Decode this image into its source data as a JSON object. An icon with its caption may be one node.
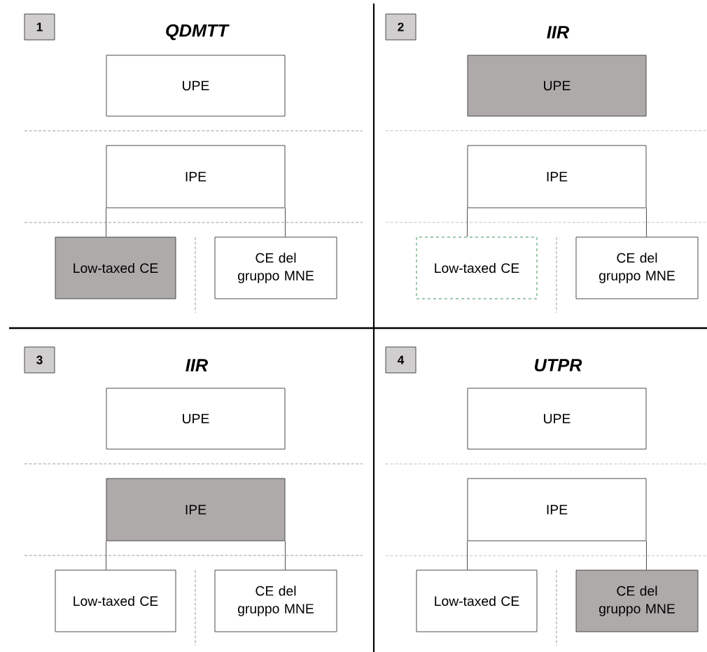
{
  "diagram": {
    "nodes": [
      {
        "text": [
          "1"
        ]
      },
      {
        "text": [
          "UPE"
        ]
      },
      {
        "text": [
          "IPE"
        ]
      },
      {
        "text": [
          "Low-taxed CE"
        ]
      },
      {
        "text": [
          "CE del gruppo MNE"
        ]
      },
      {
        "text": [
          "2"
        ]
      },
      {
        "text": [
          "UPE"
        ]
      },
      {
        "text": [
          "IPE"
        ]
      },
      {
        "text": [
          "Low-taxed CE"
        ]
      },
      {
        "text": [
          "CE del gruppo MNE"
        ]
      },
      {
        "text": [
          "3"
        ]
      },
      {
        "text": [
          "UPE"
        ]
      },
      {
        "text": [
          "IPE"
        ]
      },
      {
        "text": [
          "Low-taxed CE"
        ]
      },
      {
        "text": [
          "CE del gruppo MNE"
        ]
      },
      {
        "text": [
          "4"
        ]
      },
      {
        "text": [
          "UPE"
        ]
      },
      {
        "text": [
          "IPE"
        ]
      },
      {
        "text": [
          "Low-taxed CE"
        ]
      },
      {
        "text": [
          "CE del gruppo MNE"
        ]
      }
    ],
    "edges": [
      {
        "from": 2,
        "to": 3,
        "arrow": "none"
      },
      {
        "from": 2,
        "to": 4,
        "arrow": "none"
      },
      {
        "from": 7,
        "to": 8,
        "arrow": "none"
      },
      {
        "from": 7,
        "to": 9,
        "arrow": "none"
      },
      {
        "from": 12,
        "to": 13,
        "arrow": "none"
      },
      {
        "from": 12,
        "to": 14,
        "arrow": "none"
      },
      {
        "from": 17,
        "to": 18,
        "arrow": "none"
      },
      {
        "from": 17,
        "to": 19,
        "arrow": "none"
      }
    ],
    "labels": [
      "QDMTT",
      "IIR",
      "IIR",
      "UTPR"
    ]
  }
}
